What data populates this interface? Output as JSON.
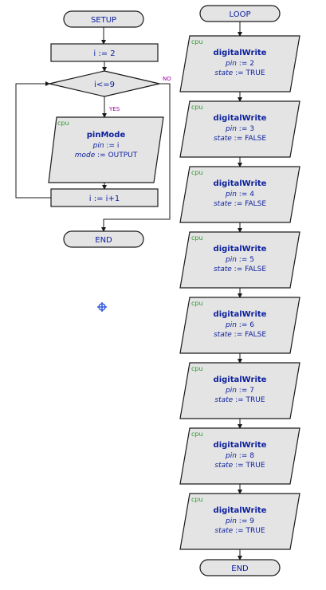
{
  "setup": {
    "start_label": "SETUP",
    "init_label": "i := 2",
    "condition_label": "i<=9",
    "yes_label": "YES",
    "no_label": "NO",
    "io_block": {
      "tag": "cpu",
      "func": "pinMode",
      "params": [
        {
          "name": "pin",
          "value": "i"
        },
        {
          "name": "mode",
          "value": "OUTPUT"
        }
      ]
    },
    "increment_label": "i := i+1",
    "end_label": "END"
  },
  "loop": {
    "start_label": "LOOP",
    "blocks": [
      {
        "tag": "cpu",
        "func": "digitalWrite",
        "pin": "2",
        "state": "TRUE"
      },
      {
        "tag": "cpu",
        "func": "digitalWrite",
        "pin": "3",
        "state": "FALSE"
      },
      {
        "tag": "cpu",
        "func": "digitalWrite",
        "pin": "4",
        "state": "FALSE"
      },
      {
        "tag": "cpu",
        "func": "digitalWrite",
        "pin": "5",
        "state": "FALSE"
      },
      {
        "tag": "cpu",
        "func": "digitalWrite",
        "pin": "6",
        "state": "FALSE"
      },
      {
        "tag": "cpu",
        "func": "digitalWrite",
        "pin": "7",
        "state": "TRUE"
      },
      {
        "tag": "cpu",
        "func": "digitalWrite",
        "pin": "8",
        "state": "TRUE"
      },
      {
        "tag": "cpu",
        "func": "digitalWrite",
        "pin": "9",
        "state": "TRUE"
      }
    ],
    "param_pin_name": "pin",
    "param_state_name": "state",
    "end_label": "END"
  },
  "colors": {
    "shape_fill": "#e4e4e4",
    "stroke": "#1a1a1a",
    "text": "#0b1f9e",
    "tag": "#2a9a2a",
    "branch": "#9a009a",
    "marker": "#2a55d8"
  }
}
